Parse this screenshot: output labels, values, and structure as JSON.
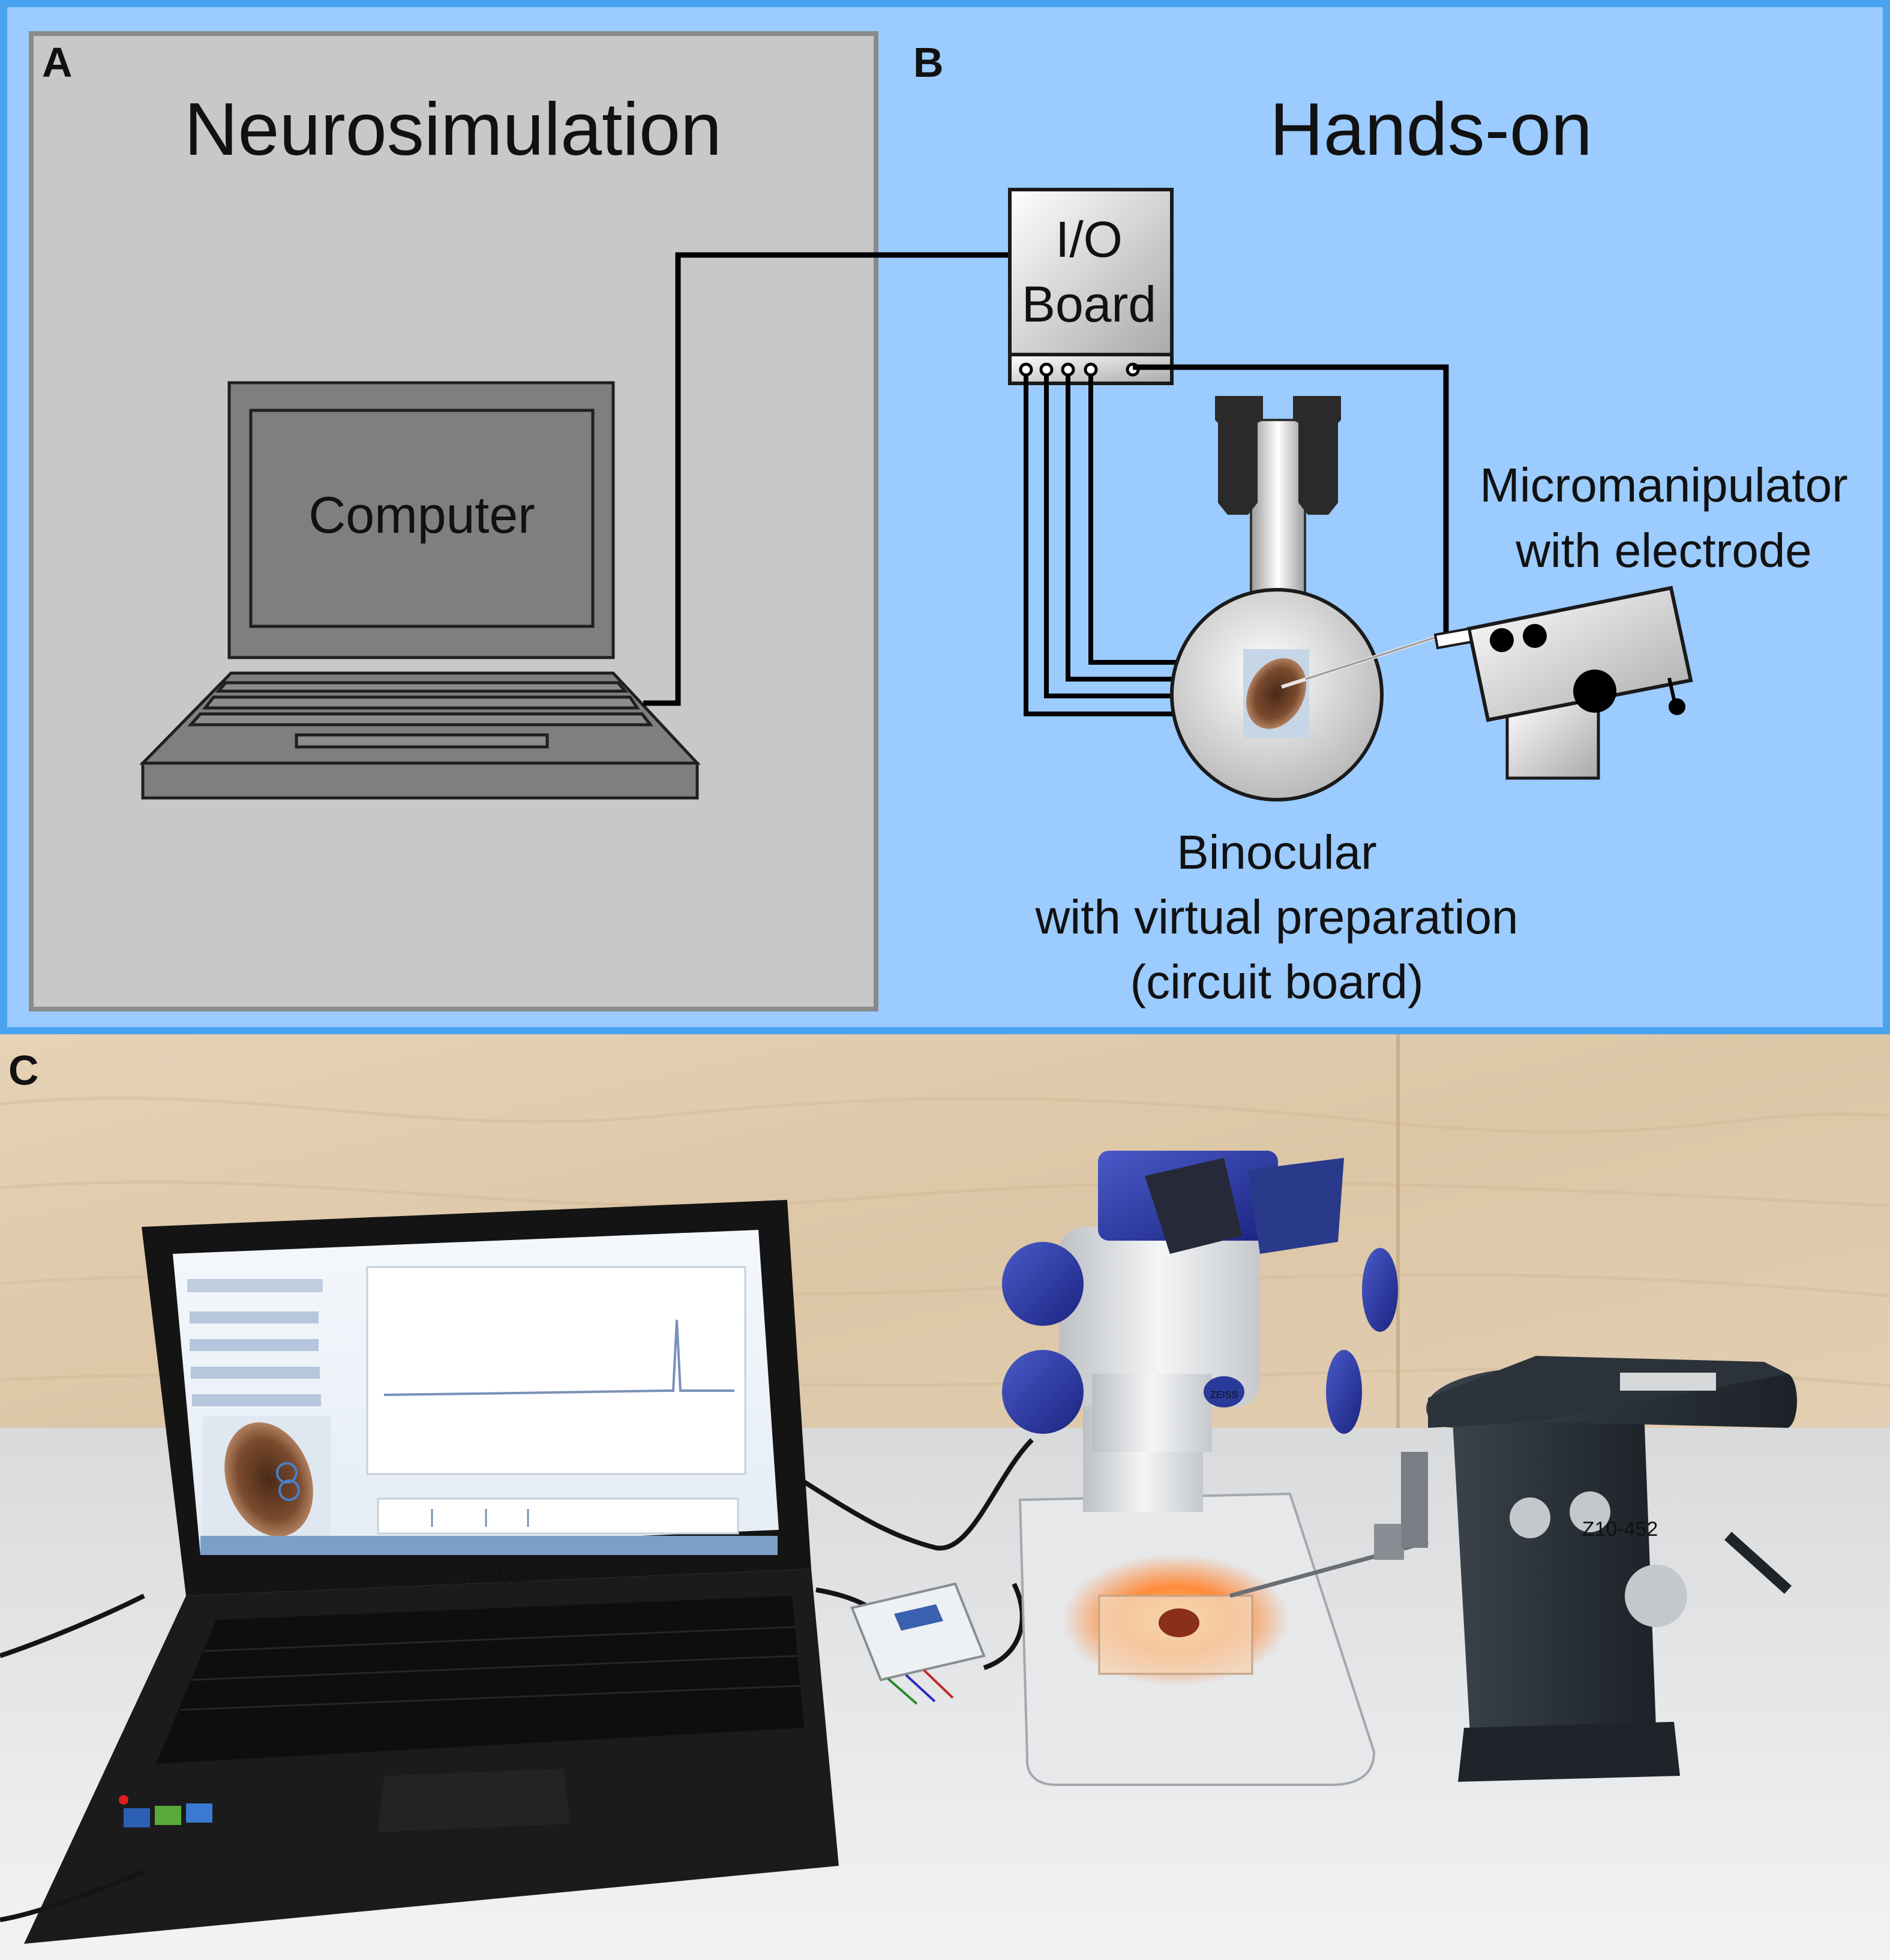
{
  "panels": {
    "a": {
      "letter": "A",
      "title": "Neurosimulation",
      "computer_label": "Computer"
    },
    "b": {
      "letter": "B",
      "title": "Hands-on",
      "io_board_line1": "I/O",
      "io_board_line2": "Board",
      "micromanipulator_line1": "Micromanipulator",
      "micromanipulator_line2": "with electrode",
      "binocular_line1": "Binocular",
      "binocular_line2": "with virtual preparation",
      "binocular_line3": "(circuit board)"
    },
    "c": {
      "letter": "C",
      "laptop_brand": "ASUS",
      "microscope_brand": "ZEISS",
      "manipulator_marking": "Z10-452"
    }
  },
  "colors": {
    "panel_b_background": "#9bcbff",
    "panel_b_border": "#4aa3f0",
    "panel_a_background": "#c8c8c8",
    "panel_a_border": "#8a8a8a",
    "computer_gray": "#7f7f7f",
    "wire": "#000000",
    "glow": "#ff8a3a"
  }
}
